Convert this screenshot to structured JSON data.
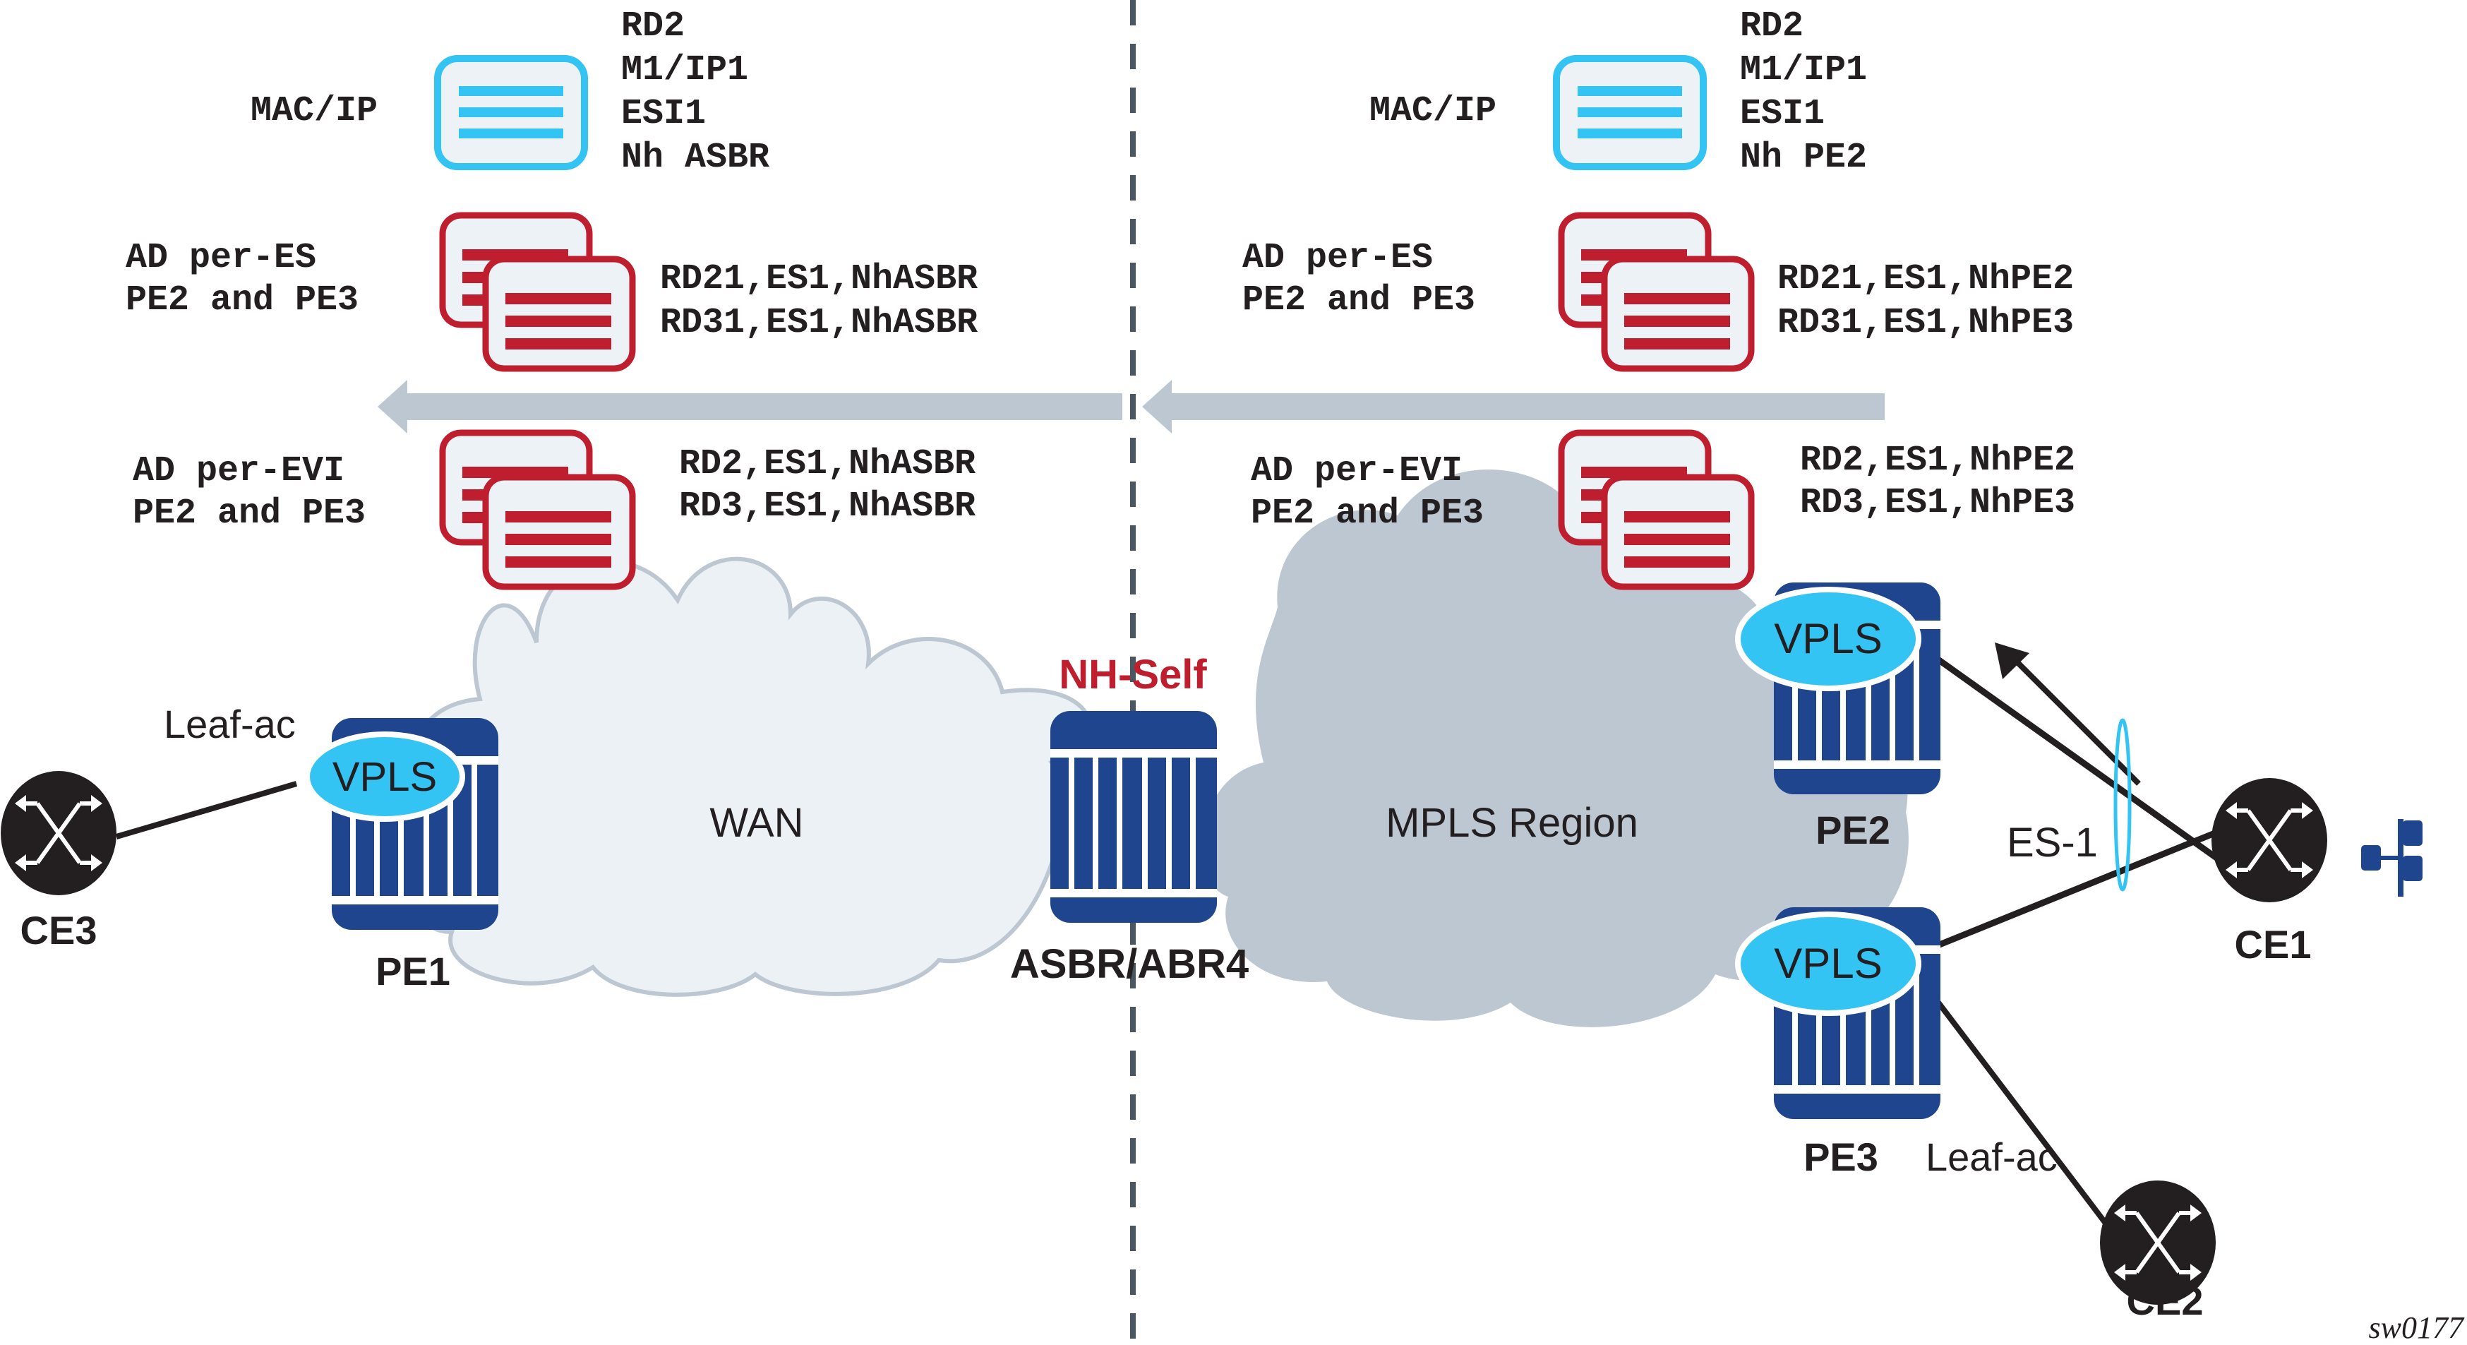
{
  "colors": {
    "router_blue": "#1f458e",
    "vpls_cyan": "#33c4f4",
    "route_red": "#be1e2d",
    "route_bg": "#edf2f7",
    "mac_border": "#33c4f4",
    "cloud_wan": "#ecf1f6",
    "cloud_wan_border": "#bdc7d2",
    "cloud_mpls": "#bdc7d2",
    "arrow_gray": "#bdc7d2",
    "divider": "#4b5663",
    "text": "#231f20"
  },
  "left": {
    "mac_ip": {
      "label": "MAC/IP",
      "lines": [
        "RD2",
        "M1/IP1",
        "ESI1",
        "Nh ASBR"
      ]
    },
    "ad_per_es": {
      "label_line1": "AD per-ES",
      "label_line2": "PE2 and PE3",
      "lines": [
        "RD21,ES1,NhASBR",
        "RD31,ES1,NhASBR"
      ]
    },
    "ad_per_evi": {
      "label_line1": "AD per-EVI",
      "label_line2": "PE2 and PE3",
      "lines": [
        "RD2,ES1,NhASBR",
        "RD3,ES1,NhASBR"
      ]
    }
  },
  "right": {
    "mac_ip": {
      "label": "MAC/IP",
      "lines": [
        "RD2",
        "M1/IP1",
        "ESI1",
        "Nh PE2"
      ]
    },
    "ad_per_es": {
      "label_line1": "AD per-ES",
      "label_line2": "PE2 and PE3",
      "lines": [
        "RD21,ES1,NhPE2",
        "RD31,ES1,NhPE3"
      ]
    },
    "ad_per_evi": {
      "label_line1": "AD per-EVI",
      "label_line2": "PE2 and PE3",
      "lines": [
        "RD2,ES1,NhPE2",
        "RD3,ES1,NhPE3"
      ]
    }
  },
  "network": {
    "wan_label": "WAN",
    "mpls_label": "MPLS Region",
    "nh_self": "NH-Self",
    "asbr_label": "ASBR/ABR4",
    "pe1_label": "PE1",
    "pe2_label": "PE2",
    "pe3_label": "PE3",
    "ce1_label": "CE1",
    "ce2_label": "CE2",
    "ce3_label": "CE3",
    "vpls_label": "VPLS",
    "leaf_ac_pe1": "Leaf-ac",
    "leaf_ac_pe3": "Leaf-ac",
    "es_label": "ES-1"
  },
  "figure_id": "sw0177"
}
